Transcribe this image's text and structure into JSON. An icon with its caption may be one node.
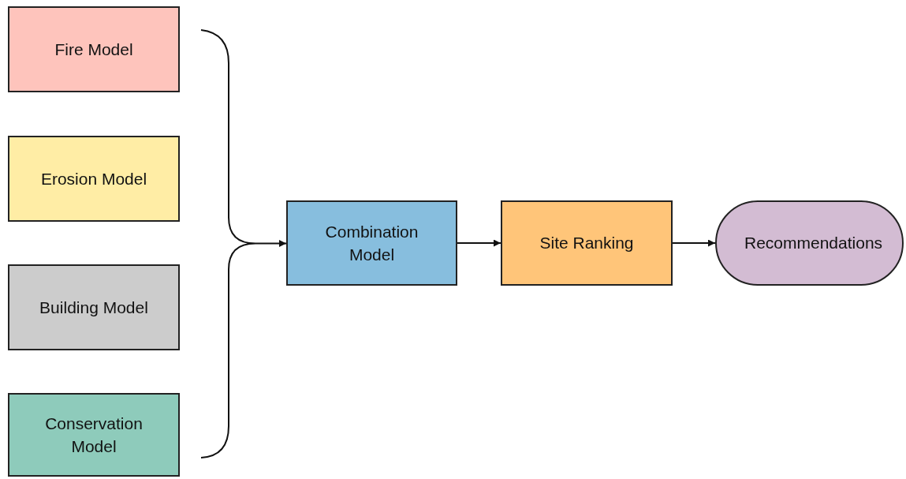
{
  "diagram": {
    "nodes": [
      {
        "text": [
          "Fire Model"
        ]
      },
      {
        "text": [
          "Erosion Model"
        ]
      },
      {
        "text": [
          "Building Model"
        ]
      },
      {
        "text": [
          "Conservation Model"
        ]
      },
      {
        "text": [],
        "shape": "bracket"
      },
      {
        "text": [
          "Combination Model"
        ]
      },
      {
        "text": [
          "Site Ranking"
        ]
      },
      {
        "text": [
          "Recommendations"
        ]
      }
    ],
    "edges": [
      {
        "from": 4,
        "to": 5,
        "arrow": "to"
      },
      {
        "from": 5,
        "to": 6,
        "arrow": "to"
      },
      {
        "from": 6,
        "to": 7,
        "arrow": "to"
      }
    ]
  }
}
